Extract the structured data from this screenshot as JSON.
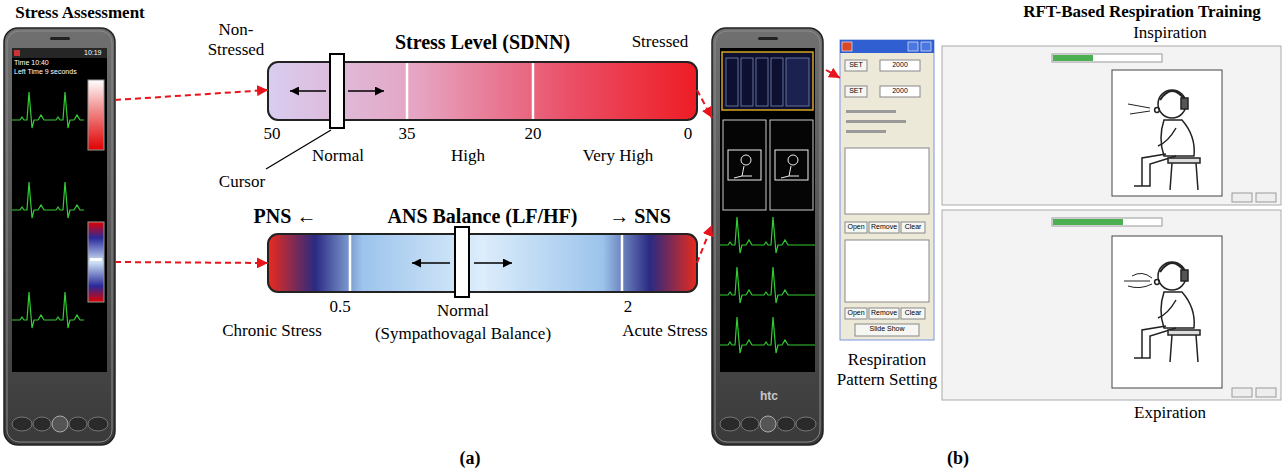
{
  "diagram": {
    "nodes": [
      {
        "text": [
          "Time 10:40",
          "Left Time 9 seconds",
          "10:19"
        ]
      },
      {
        "text": [
          "Stress Level (SDNN)"
        ]
      },
      {
        "text": [
          "ANS Balance (LF/HF)"
        ]
      },
      {
        "text": [
          "htc"
        ]
      },
      {
        "text": [
          "Respiration Pattern Setting"
        ]
      },
      {
        "text": [
          "Inspiration"
        ]
      },
      {
        "text": [
          "Expiration"
        ]
      }
    ],
    "edges": [
      {
        "from": 0,
        "to": 1,
        "arrow": "to"
      },
      {
        "from": 0,
        "to": 2,
        "arrow": "to"
      },
      {
        "from": 1,
        "to": 3,
        "arrow": "to"
      },
      {
        "from": 2,
        "to": 3,
        "arrow": "to"
      },
      {
        "from": 3,
        "to": 4,
        "arrow": "to"
      }
    ],
    "labels": [
      "Stress Assessment",
      "Non-Stressed",
      "Stressed",
      "50",
      "35",
      "20",
      "0",
      "Normal",
      "High",
      "Very High",
      "Cursor",
      "PNS ←",
      "→ SNS",
      "0.5",
      "2",
      "Chronic Stress",
      "Normal",
      "(Sympathovagal Balance)",
      "Acute Stress",
      "(a)",
      "RFT-Based Respiration Training",
      "(b)",
      "SET",
      "2000",
      "SET",
      "2000",
      "Open",
      "Remove",
      "Clear",
      "Open",
      "Remove",
      "Clear",
      "Slide Show"
    ]
  }
}
